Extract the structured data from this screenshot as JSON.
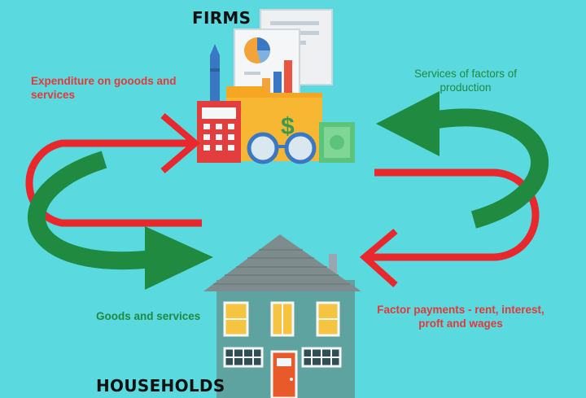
{
  "diagram": {
    "title_firms": "FIRMS",
    "title_households": "HOUSEHOLDS",
    "label_expenditure": "Expenditure on gooods and services",
    "label_services_factors": "Services of factors of production",
    "label_goods_services": "Goods and services",
    "label_factor_payments": "Factor payments - rent, interest, proft and wages",
    "colors": {
      "background": "#5ad9df",
      "money_flow": "#e8282c",
      "real_flow": "#1f8a40",
      "house_wall": "#5fa3a0",
      "roof": "#7f8c8d"
    },
    "icons": [
      "firm-icon",
      "house-icon"
    ]
  }
}
